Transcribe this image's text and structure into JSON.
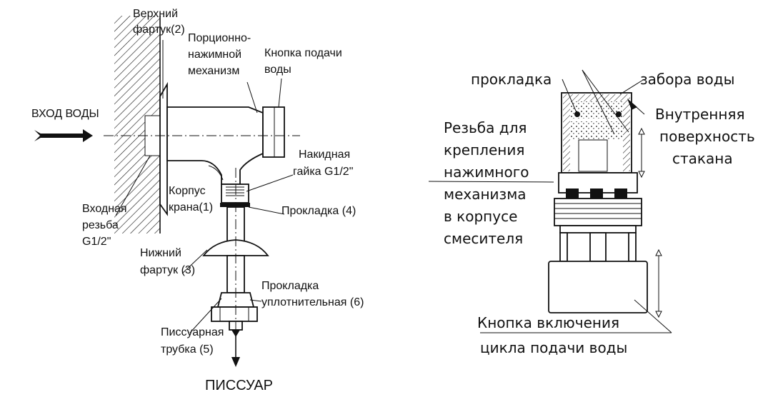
{
  "left": {
    "inlet": "ВХОД ВОДЫ",
    "upper_apron": [
      "Верхний",
      "фартук(2)"
    ],
    "push_mech": [
      "Порционно-",
      "нажимной",
      "механизм"
    ],
    "button": [
      "Кнопка подачи",
      "воды"
    ],
    "union_nut": [
      "Накидная",
      "гайка G1/2\""
    ],
    "body": [
      "Корпус",
      "крана(1)"
    ],
    "gasket4": "Прокладка (4)",
    "inlet_thread": [
      "Входная",
      "резьба",
      "G1/2\""
    ],
    "lower_apron": [
      "Нижний",
      "фартук (3)"
    ],
    "seal_gasket": [
      "Прокладка",
      "уплотнительная (6)"
    ],
    "urinal_pipe": [
      "Писсуарная",
      "трубка (5)"
    ],
    "urinal": "ПИССУАР"
  },
  "right": {
    "gasket": "прокладка",
    "intake": "забора воды",
    "inner_surface": [
      "Внутренняя",
      "поверхность",
      "стакана"
    ],
    "thread": [
      "Резьба для",
      "крепления",
      "нажимного",
      "механизма",
      "в корпусе",
      "смесителя"
    ],
    "start_button": [
      "Кнопка включения",
      "цикла подачи воды"
    ]
  }
}
